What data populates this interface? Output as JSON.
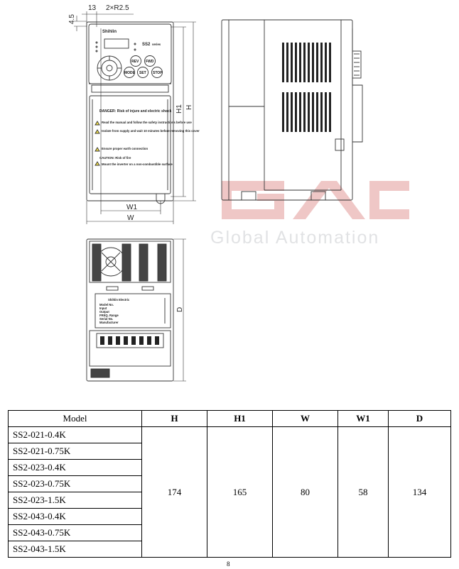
{
  "drawing": {
    "dims": {
      "offset_13": "13",
      "holes": "2×R2.5",
      "height_4_5": "4.5",
      "h1": "H1",
      "h": "H",
      "w1": "W1",
      "w": "W",
      "d": "D"
    },
    "front_panel": {
      "brand": "Shihlin",
      "model": "SS2",
      "model_suffix": "series",
      "buttons": [
        "REV",
        "FWD",
        "MODE",
        "SET",
        "STOP"
      ],
      "danger_title": "DANGER: Risk of injure and electric shock",
      "danger_lines": [
        "Read the manual and follow the safety instructions before use",
        "Isolate from supply and wait 10 minutes before removing this cover",
        "Ensure proper earth connection"
      ],
      "caution_title": "CAUTION: Risk of fire",
      "caution_lines": [
        "Mount the inverter on a non-combustible surface"
      ]
    },
    "nameplate": {
      "brand": "Shihlin Electric",
      "lines": [
        "Model No.",
        "Input",
        "Output",
        "FREQ. Range",
        "Serial No.",
        "Manufacturer"
      ]
    },
    "watermark": {
      "logo": "GAC",
      "text": "Global Automation",
      "color": "#d9534f"
    }
  },
  "table": {
    "headers": [
      "Model",
      "H",
      "H1",
      "W",
      "W1",
      "D"
    ],
    "models": [
      "SS2-021-0.4K",
      "SS2-021-0.75K",
      "SS2-023-0.4K",
      "SS2-023-0.75K",
      "SS2-023-1.5K",
      "SS2-043-0.4K",
      "SS2-043-0.75K",
      "SS2-043-1.5K"
    ],
    "values": {
      "h": "174",
      "h1": "165",
      "w": "80",
      "w1": "58",
      "d": "134"
    }
  },
  "page_number": "8"
}
